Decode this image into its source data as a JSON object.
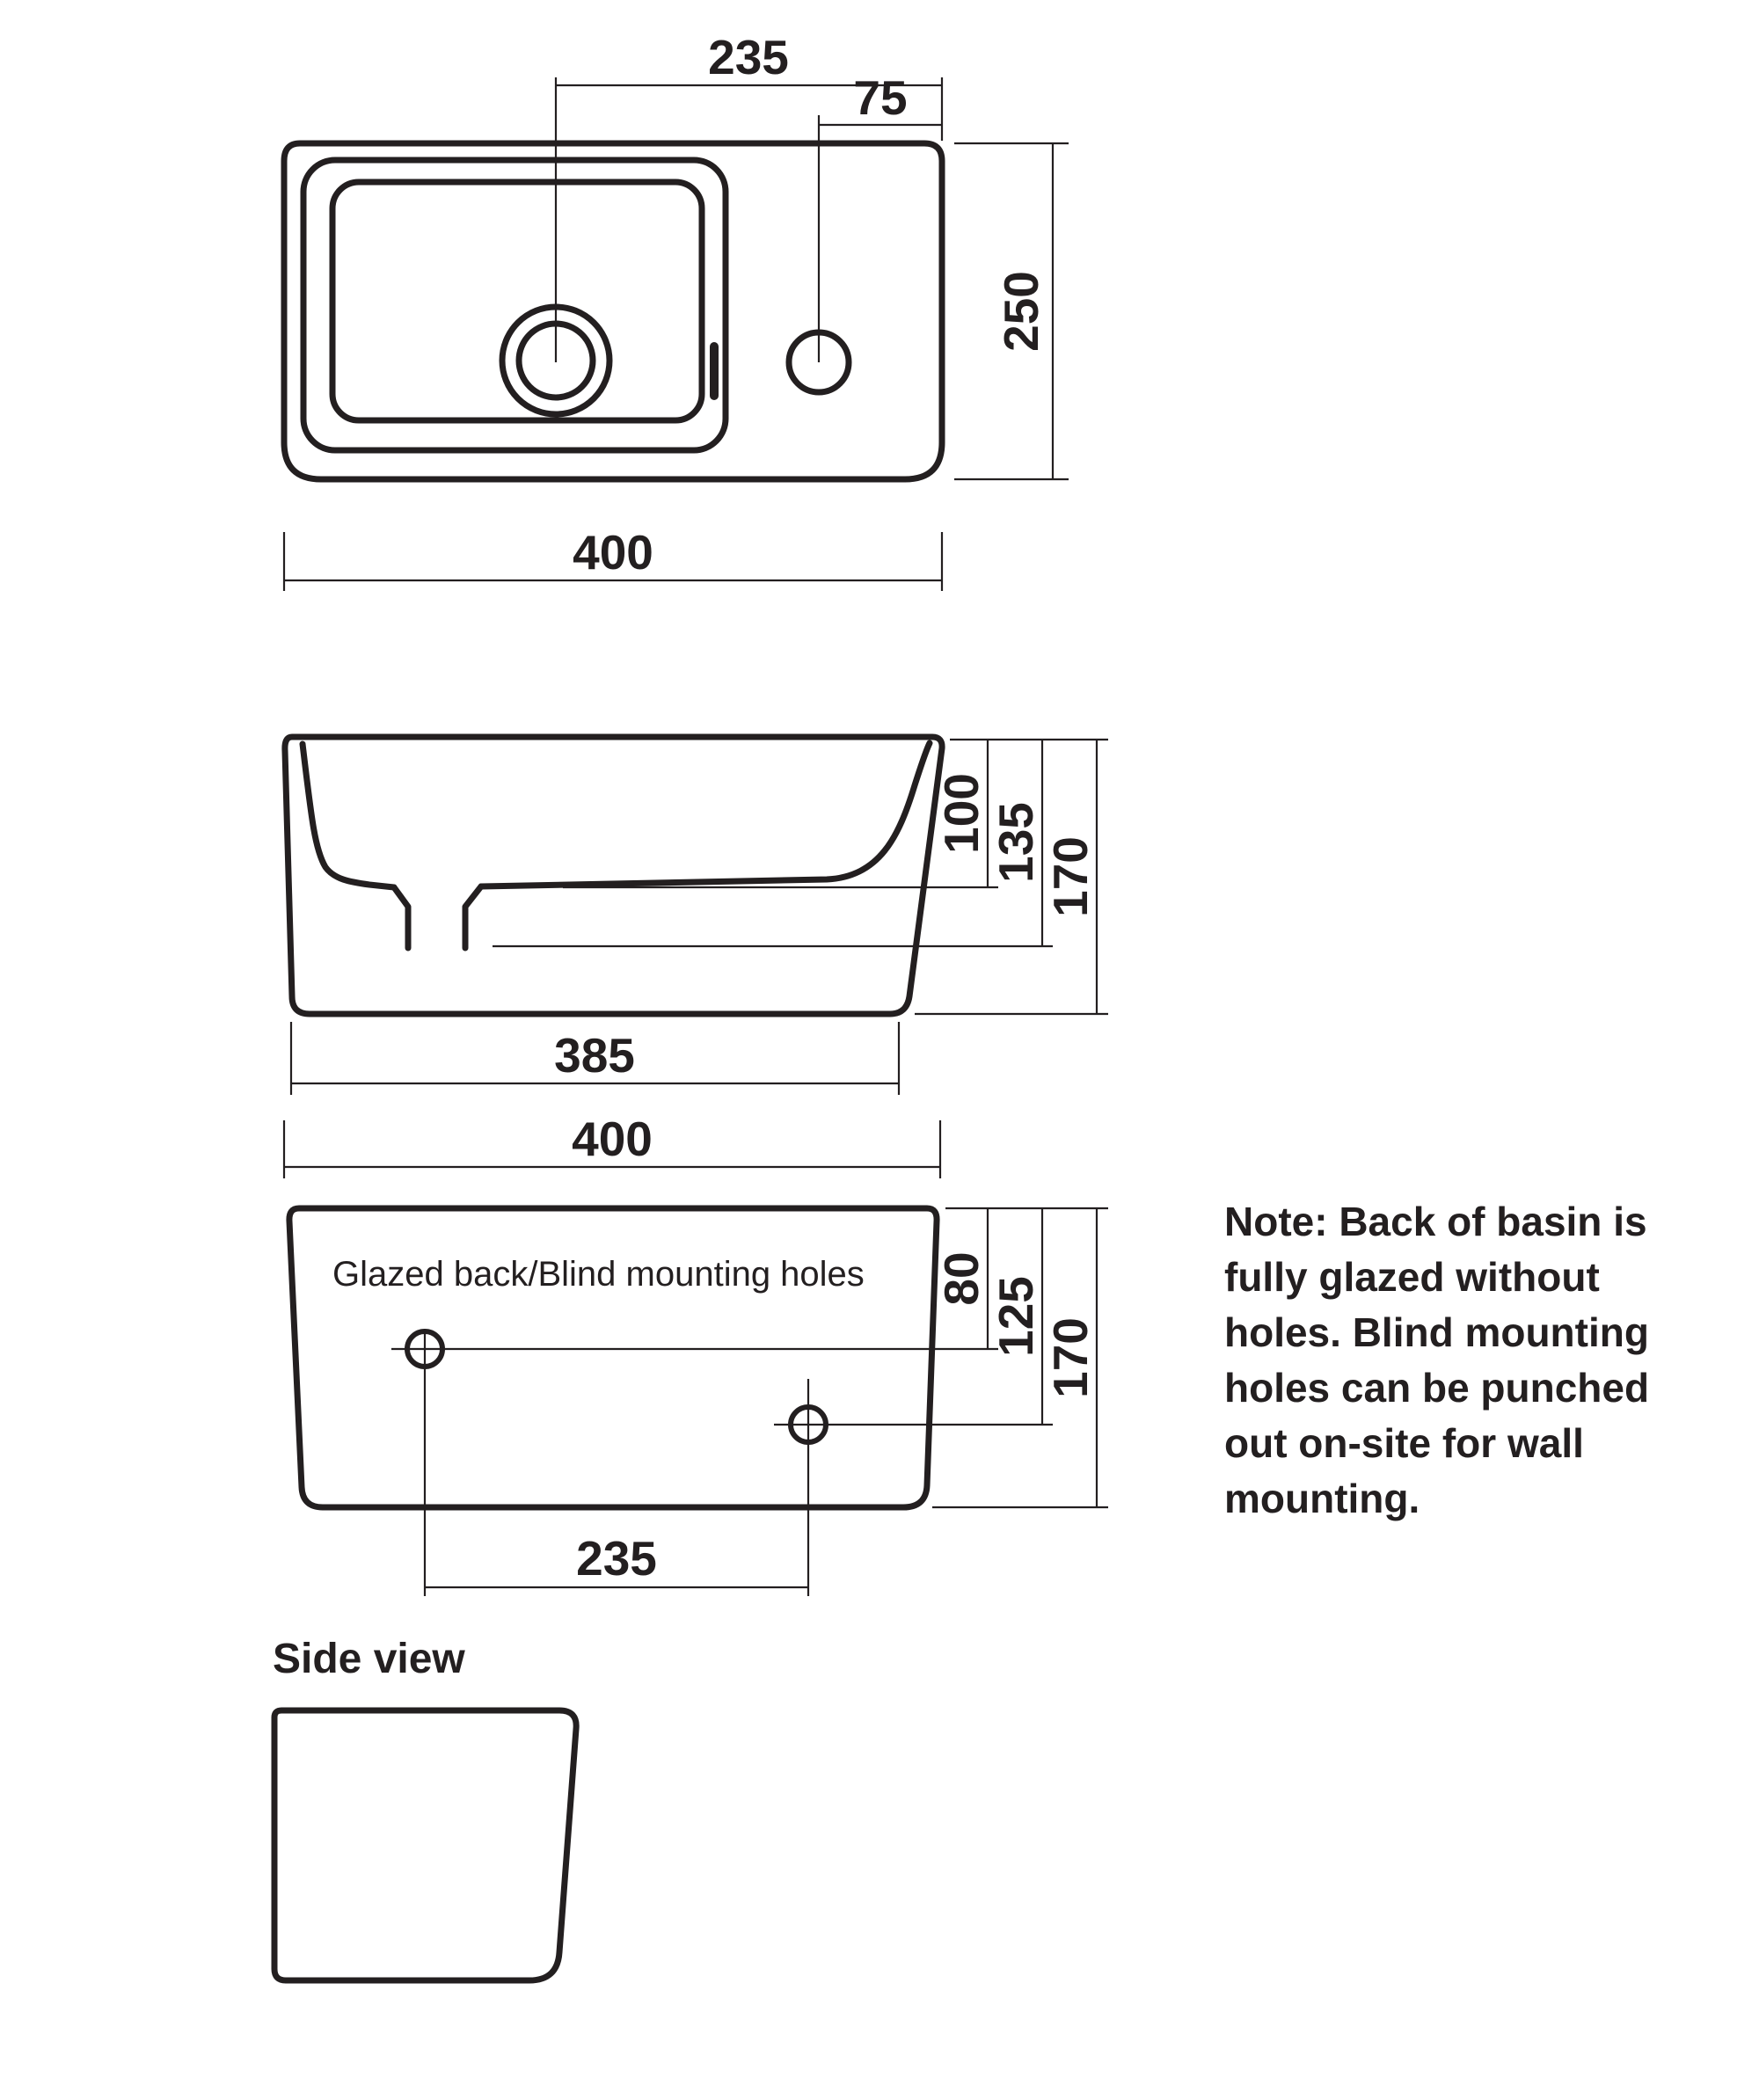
{
  "plan_view": {
    "dim_drain_to_right": "235",
    "dim_tap_to_right": "75",
    "dim_depth": "250",
    "dim_width": "400"
  },
  "front_view": {
    "dim_bowl_depth": "100",
    "dim_outlet_depth": "135",
    "dim_height": "170",
    "dim_bottom_width": "385",
    "dim_width": "400"
  },
  "back_view": {
    "label": "Glazed back/Blind mounting holes",
    "dim_hole1_from_top": "80",
    "dim_hole2_from_top": "125",
    "dim_height": "170",
    "dim_hole_spacing": "235"
  },
  "side_view": {
    "title": "Side view"
  },
  "note": {
    "lines": [
      "Note: Back of basin is",
      "fully glazed without",
      "holes. Blind mounting",
      "holes can be punched",
      "out on-site for wall",
      "mounting."
    ]
  }
}
